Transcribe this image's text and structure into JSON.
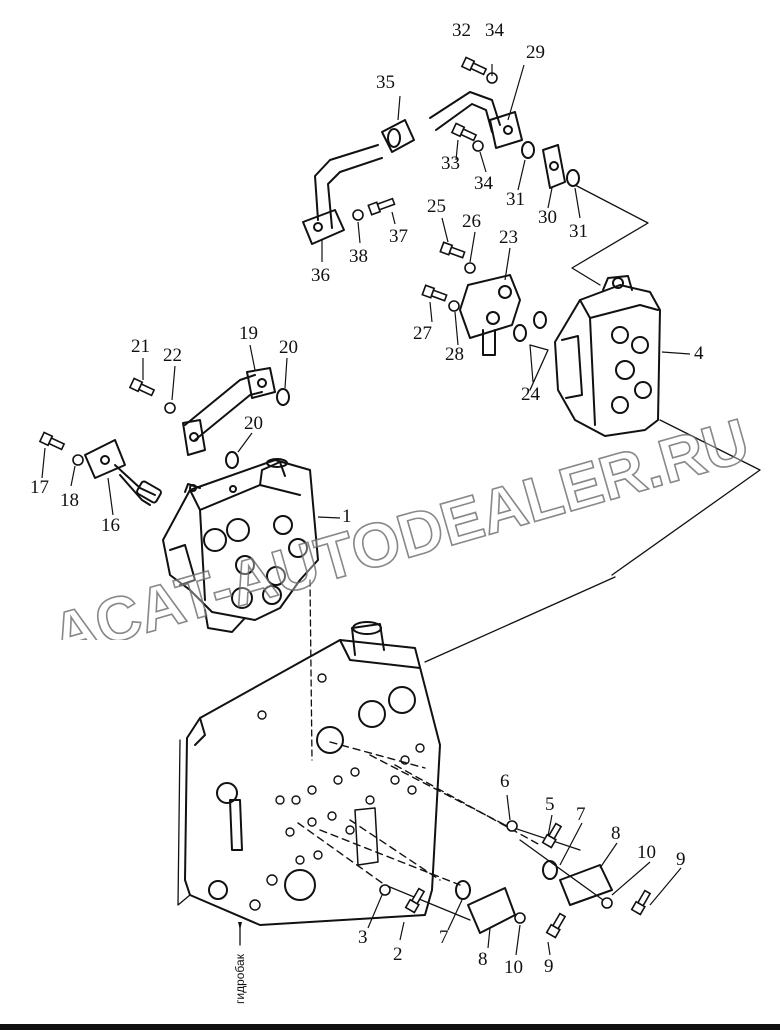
{
  "diagram": {
    "callouts": [
      "1",
      "2",
      "3",
      "4",
      "5",
      "6",
      "7",
      "7",
      "8",
      "8",
      "9",
      "9",
      "10",
      "10",
      "16",
      "17",
      "18",
      "19",
      "20",
      "20",
      "21",
      "22",
      "23",
      "24",
      "25",
      "26",
      "27",
      "28",
      "29",
      "30",
      "31",
      "31",
      "32",
      "33",
      "34",
      "34",
      "35",
      "36",
      "37",
      "38"
    ],
    "tank_label": "гидробак",
    "watermark": "ACAT-AUTODEALER.RU"
  }
}
